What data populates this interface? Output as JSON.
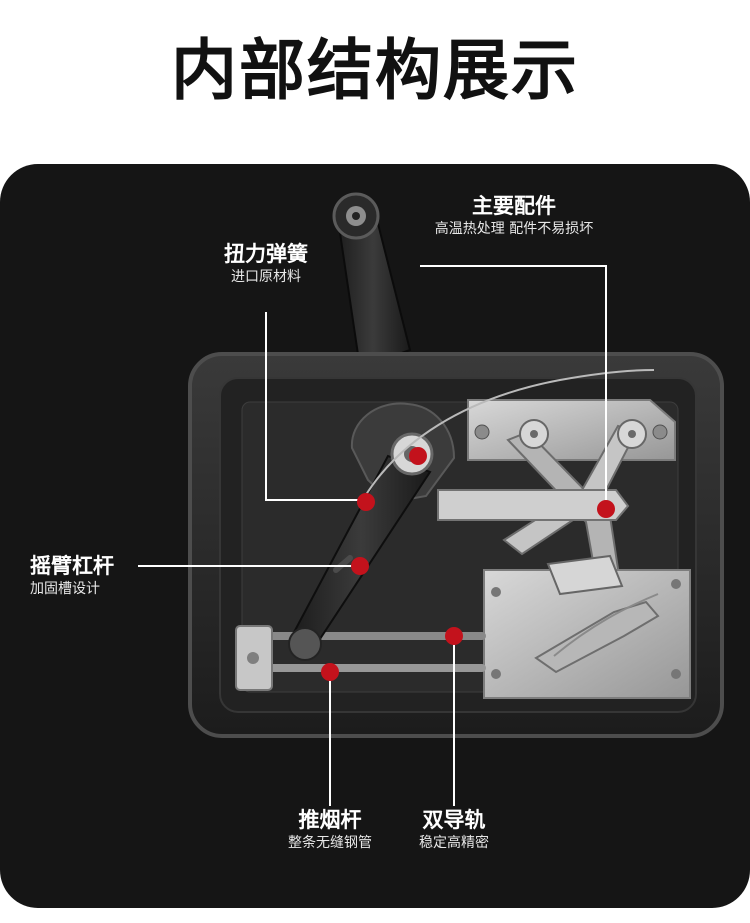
{
  "title": "内部结构展示",
  "annotations": {
    "torsion_spring": {
      "title": "扭力弹簧",
      "subtitle": "进口原材料"
    },
    "main_parts": {
      "title": "主要配件",
      "subtitle": "高温热处理 配件不易损坏"
    },
    "rocker_lever": {
      "title": "摇臂杠杆",
      "subtitle": "加固槽设计"
    },
    "push_rod": {
      "title": "推烟杆",
      "subtitle": "整条无缝钢管"
    },
    "double_rail": {
      "title": "双导轨",
      "subtitle": "稳定高精密"
    }
  },
  "colors": {
    "panel_background": "#151515",
    "marker_red": "#c3121c",
    "metal_silver": "#b8b8b8",
    "housing_black": "#202020"
  }
}
